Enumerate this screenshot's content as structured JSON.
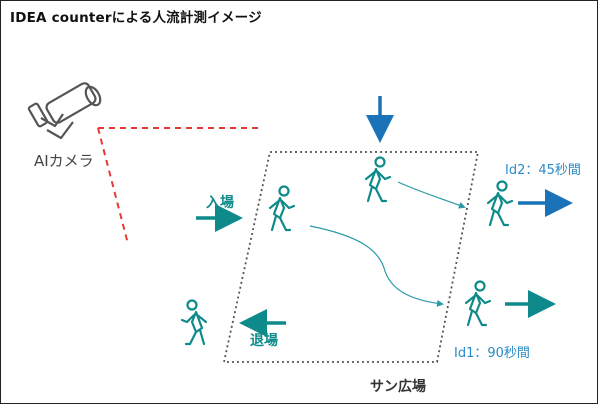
{
  "title": "IDEA counterによる人流計測イメージ",
  "camera": {
    "label": "AIカメラ",
    "icon": "security-camera-icon"
  },
  "enter_label": "入場",
  "exit_label": "退場",
  "plaza_label": "サン広場",
  "persons": [
    {
      "id": "id2",
      "label": "Id2：45秒間"
    },
    {
      "id": "id1",
      "label": "Id1：90秒間"
    }
  ],
  "colors": {
    "teal": "#0f8a8a",
    "blue": "#1a73b8",
    "label_blue": "#2a8bc9",
    "camera_line": "#e53935",
    "border": "#555555"
  }
}
